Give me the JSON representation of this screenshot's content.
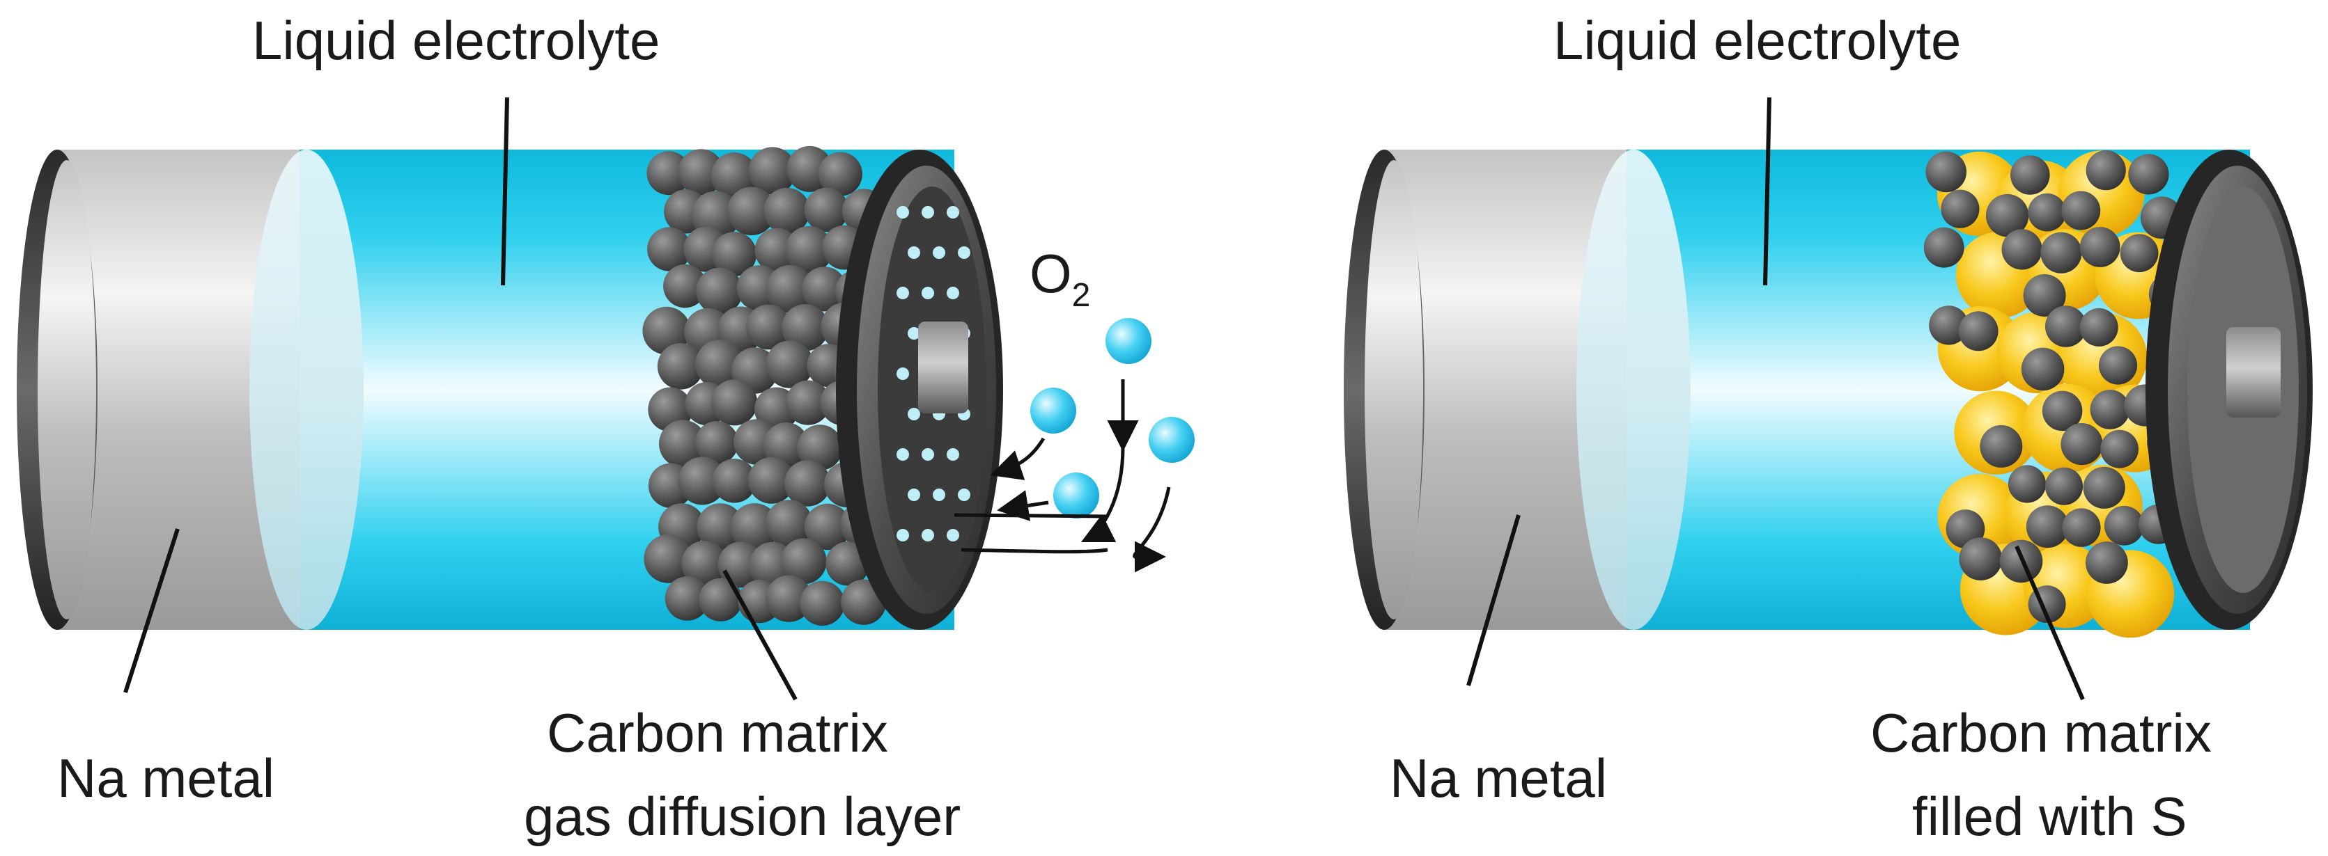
{
  "diagrams": [
    {
      "id": "na-o2",
      "labels": {
        "electrolyte": "Liquid electrolyte",
        "anode": "Na metal",
        "cathode_line1": "Carbon matrix",
        "cathode_line2": "gas diffusion layer",
        "gas_main": "O",
        "gas_sub": "2"
      }
    },
    {
      "id": "na-s",
      "labels": {
        "electrolyte": "Liquid electrolyte",
        "anode": "Na metal",
        "cathode_line1": "Carbon matrix",
        "cathode_line2": "filled with S"
      }
    }
  ],
  "colors": {
    "electrolyte": "#19c6e6",
    "carbon": "#5a5a5a",
    "sulfur": "#f6c21a",
    "oxygen": "#35c9ef",
    "metal": "#cfcfcf"
  }
}
